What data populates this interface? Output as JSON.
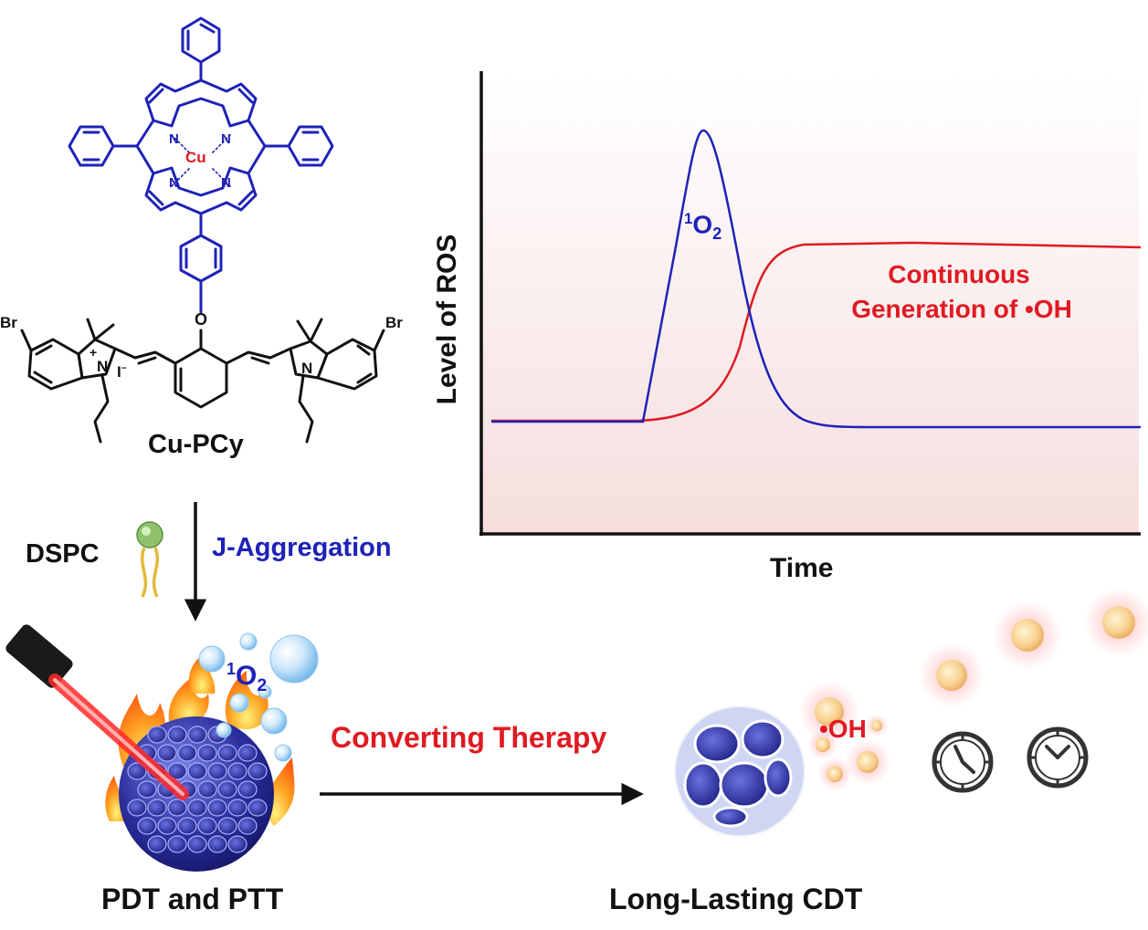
{
  "molecule": {
    "name": "Cu-PCy",
    "metal": "Cu",
    "atoms": {
      "n": "N",
      "o": "O",
      "br": "Br",
      "iodide": "I",
      "charge_plus": "+",
      "charge_minus": "−"
    }
  },
  "assembly": {
    "lipid": "DSPC",
    "process": "J-Aggregation"
  },
  "graph": {
    "ylabel": "Level of ROS",
    "xlabel": "Time",
    "singlet_label_sup": "1",
    "singlet_label_main": "O",
    "singlet_label_sub": "2",
    "oh_line1": "Continuous",
    "oh_line2": "Generation of •OH"
  },
  "chart_data": {
    "type": "line",
    "xlabel": "Time",
    "ylabel": "Level of ROS",
    "series": [
      {
        "name": "¹O₂",
        "color": "#1e22b8",
        "shape": "transient peak then decay below baseline"
      },
      {
        "name": "•OH",
        "color": "#e01a22",
        "shape": "sigmoidal rise to sustained plateau"
      }
    ]
  },
  "therapy": {
    "left_caption": "PDT and PTT",
    "arrow_label": "Converting Therapy",
    "right_caption": "Long-Lasting CDT",
    "singlet_sup": "1",
    "singlet_main": "O",
    "singlet_sub": "2",
    "oh_label": "•OH"
  },
  "colors": {
    "porphyrin": "#1e22b8",
    "copper": "#e01a22",
    "oh_curve": "#e01a22",
    "o2_curve": "#1e22b8",
    "text": "#111111"
  }
}
